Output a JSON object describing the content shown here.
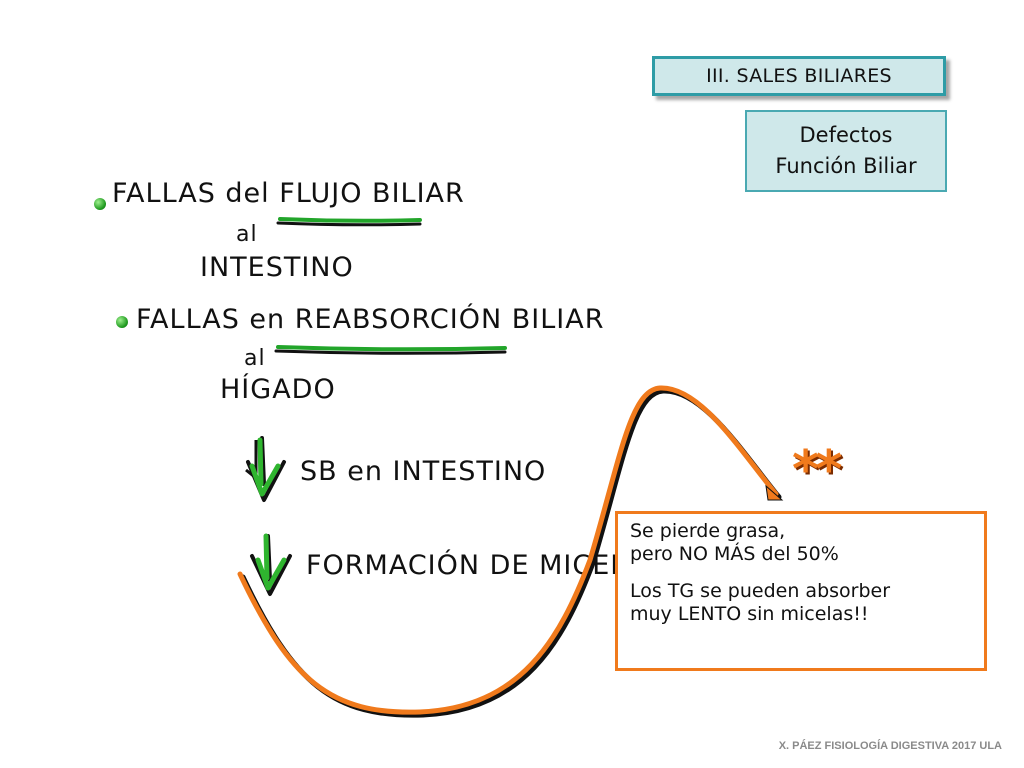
{
  "header": {
    "section_title": "III. SALES BILIARES",
    "subtitle_line1": "Defectos",
    "subtitle_line2": "Función Biliar"
  },
  "notes": {
    "item1_line1_a": "FALLAS del",
    "item1_line1_b": "FLUJO BILIAR",
    "item1_line2": "al",
    "item1_line3": "INTESTINO",
    "item2_line1_a": "FALLAS en",
    "item2_line1_b": "REABSORCIÓN BILIAR",
    "item2_line2": "al",
    "item2_line3": "HÍGADO",
    "step1": "SB en INTESTINO",
    "step2": "FORMACIÓN DE MICELAS"
  },
  "info": {
    "line1": "Se pierde grasa,",
    "line2": "pero NO MÁS del 50%",
    "line3": "Los TG se pueden absorber",
    "line4": "muy LENTO sin micelas!!"
  },
  "marker": "**",
  "footer": "X. PÁEZ   FISIOLOGÍA DIGESTIVA 2017 ULA",
  "colors": {
    "accent_orange": "#f07a1c",
    "accent_green": "#1f9a1f",
    "box_fill": "#cfe8ea",
    "box_border": "#2e9ca6"
  },
  "icons": [
    "green-bullet-icon",
    "down-arrow-icon"
  ]
}
